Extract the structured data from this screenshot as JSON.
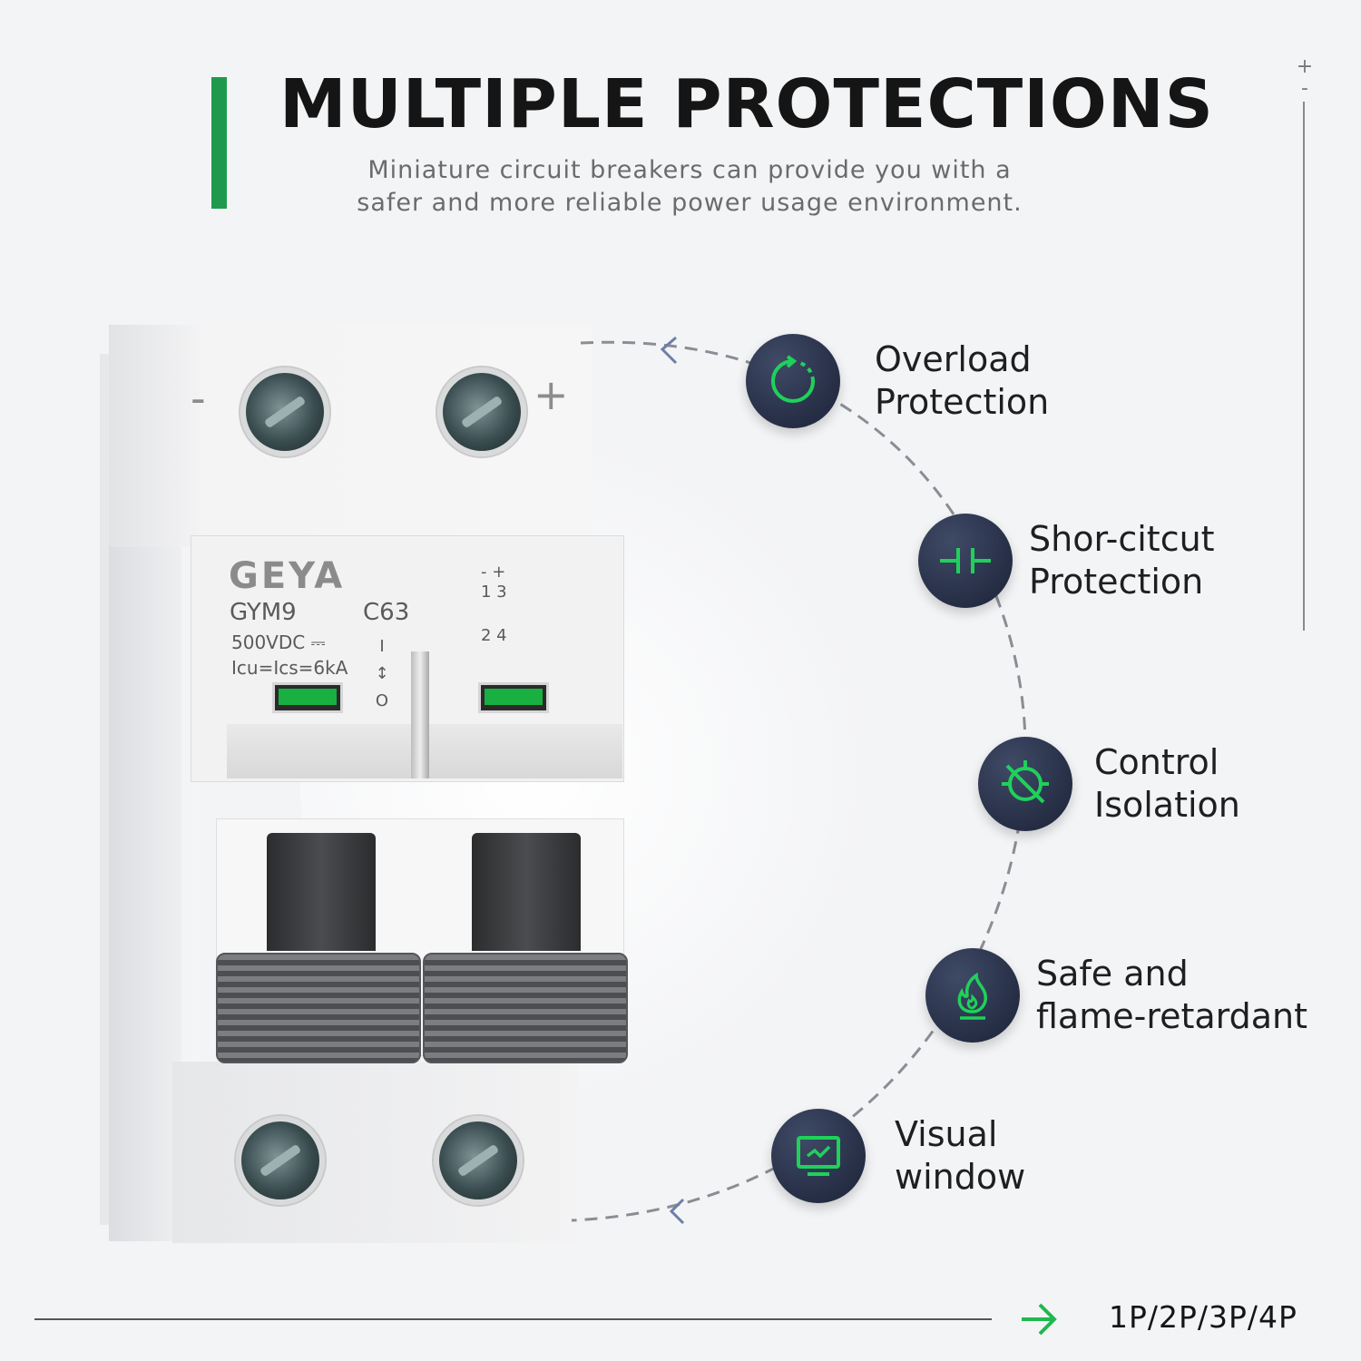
{
  "header": {
    "title": "MULTIPLE PROTECTIONS",
    "subtitle_lines": [
      "Miniature circuit breakers can provide you with a",
      "safer and more reliable power usage environment."
    ],
    "accent_color": "#1f9a4d",
    "side_marks": {
      "plus": "+",
      "minus": "-"
    }
  },
  "product": {
    "brand": "GEYA",
    "model": "GYM9",
    "rating": "C63",
    "voltage": "500VDC ⎓",
    "breaking_capacity": "Icu=Ics=6kA",
    "switch_marks": "I ↕ O",
    "pole_marks_top": "- +",
    "pole_marks_mid": "1 3",
    "pole_marks_bot": "2 4",
    "terminal_minus": "-",
    "terminal_plus": "+",
    "indicator_color": "#18b040"
  },
  "features": [
    {
      "icon": "cycle-arrow-icon",
      "line1": "Overload",
      "line2": "Protection"
    },
    {
      "icon": "contacts-icon",
      "line1": "Shor-citcut",
      "line2": "Protection"
    },
    {
      "icon": "isolation-icon",
      "line1": "Control",
      "line2": "Isolation"
    },
    {
      "icon": "flame-icon",
      "line1": "Safe and",
      "line2": "flame-retardant"
    },
    {
      "icon": "monitor-icon",
      "line1": "Visual",
      "line2": "window"
    }
  ],
  "feature_icon_color": "#1fd15a",
  "footer": {
    "arrow_icon": "arrow-right-icon",
    "arrow_color": "#1fb84f",
    "poles_text": "1P/2P/3P/4P"
  }
}
